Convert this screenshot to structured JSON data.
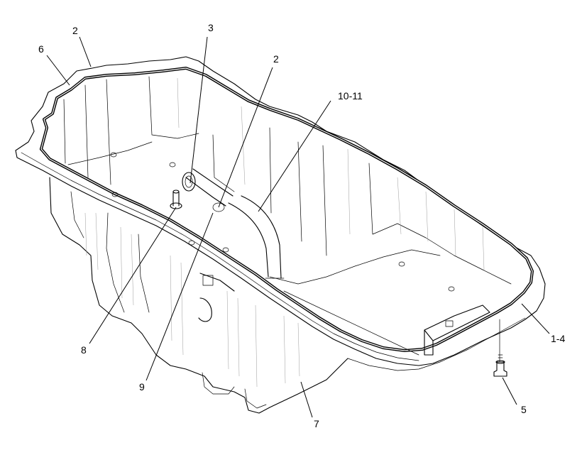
{
  "diagram": {
    "callouts": [
      {
        "id": "c6",
        "label": "6"
      },
      {
        "id": "c2a",
        "label": "2"
      },
      {
        "id": "c3",
        "label": "3"
      },
      {
        "id": "c2b",
        "label": "2"
      },
      {
        "id": "c10",
        "label": "10-11"
      },
      {
        "id": "c14",
        "label": "1-4"
      },
      {
        "id": "c5",
        "label": "5"
      },
      {
        "id": "c7",
        "label": "7"
      },
      {
        "id": "c8",
        "label": "8"
      },
      {
        "id": "c9",
        "label": "9"
      }
    ]
  }
}
